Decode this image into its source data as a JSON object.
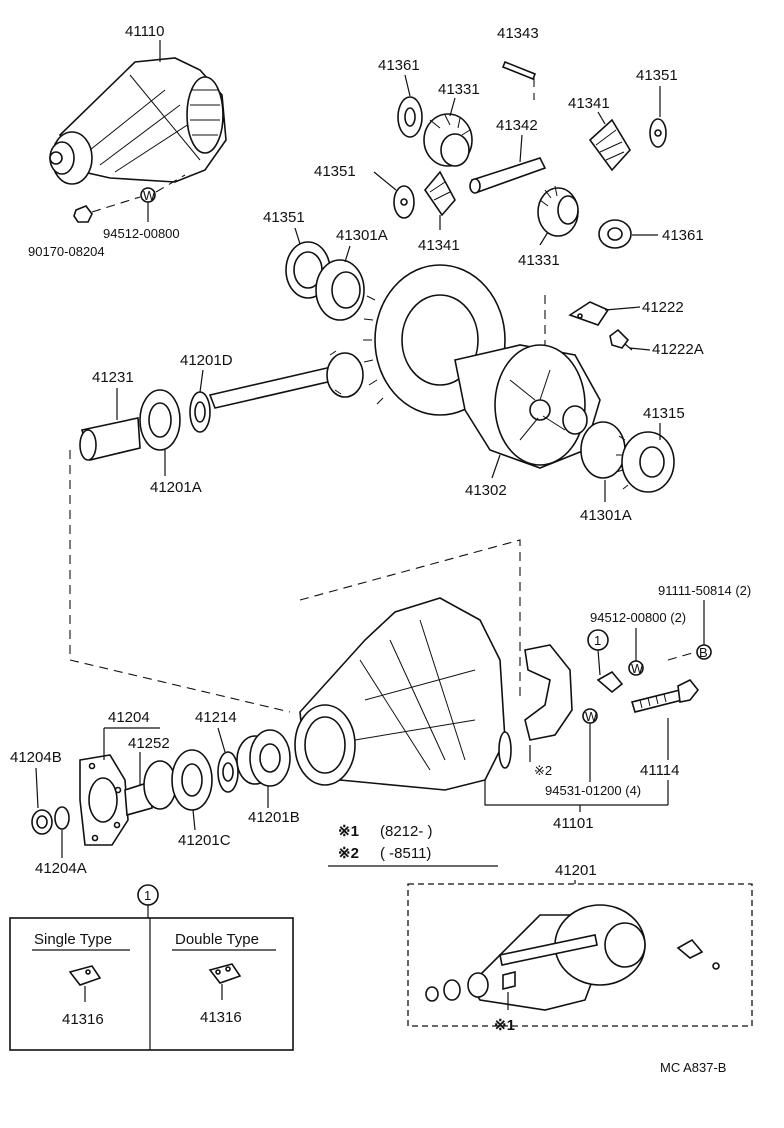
{
  "labels": {
    "p41110": "41110",
    "p94512_00800_top": "94512-00800",
    "p90170_08204": "90170-08204",
    "p41343": "41343",
    "p41361_top": "41361",
    "p41331_top": "41331",
    "p41342": "41342",
    "p41341_right": "41341",
    "p41351_right": "41351",
    "p41351_mid": "41351",
    "p41341_mid": "41341",
    "p41331_mid": "41331",
    "p41361_right": "41361",
    "p41351_left": "41351",
    "p41301A_top": "41301A",
    "p41222": "41222",
    "p41222A": "41222A",
    "p41231": "41231",
    "p41201D": "41201D",
    "p41315": "41315",
    "p41201A": "41201A",
    "p41302": "41302",
    "p41301A_bot": "41301A",
    "p91111_50814": "91111-50814 (2)",
    "p94512_00800_mid": "94512-00800 (2)",
    "p41204": "41204",
    "p41214": "41214",
    "p41252": "41252",
    "p41204B": "41204B",
    "p41201B": "41201B",
    "p41201C": "41201C",
    "p41204A": "41204A",
    "p41114": "41114",
    "p94531_01200": "94531-01200 (4)",
    "p41101": "41101",
    "p41201_kit": "41201",
    "p41316_single": "41316",
    "p41316_double": "41316",
    "fig_code": "MC A837-B"
  },
  "marks": {
    "note1_mark": "※1",
    "note1_text": "(8212-        )",
    "note2_mark": "※2",
    "note2_text": "(        -8511)",
    "small_note2": "※2",
    "kit_note1": "※1",
    "circle_1": "1",
    "callout_1": "1",
    "w_top": "W",
    "w_mid": "W",
    "w_lower": "W",
    "b_mark": "B"
  },
  "legend": {
    "single_type": "Single Type",
    "double_type": "Double Type"
  }
}
